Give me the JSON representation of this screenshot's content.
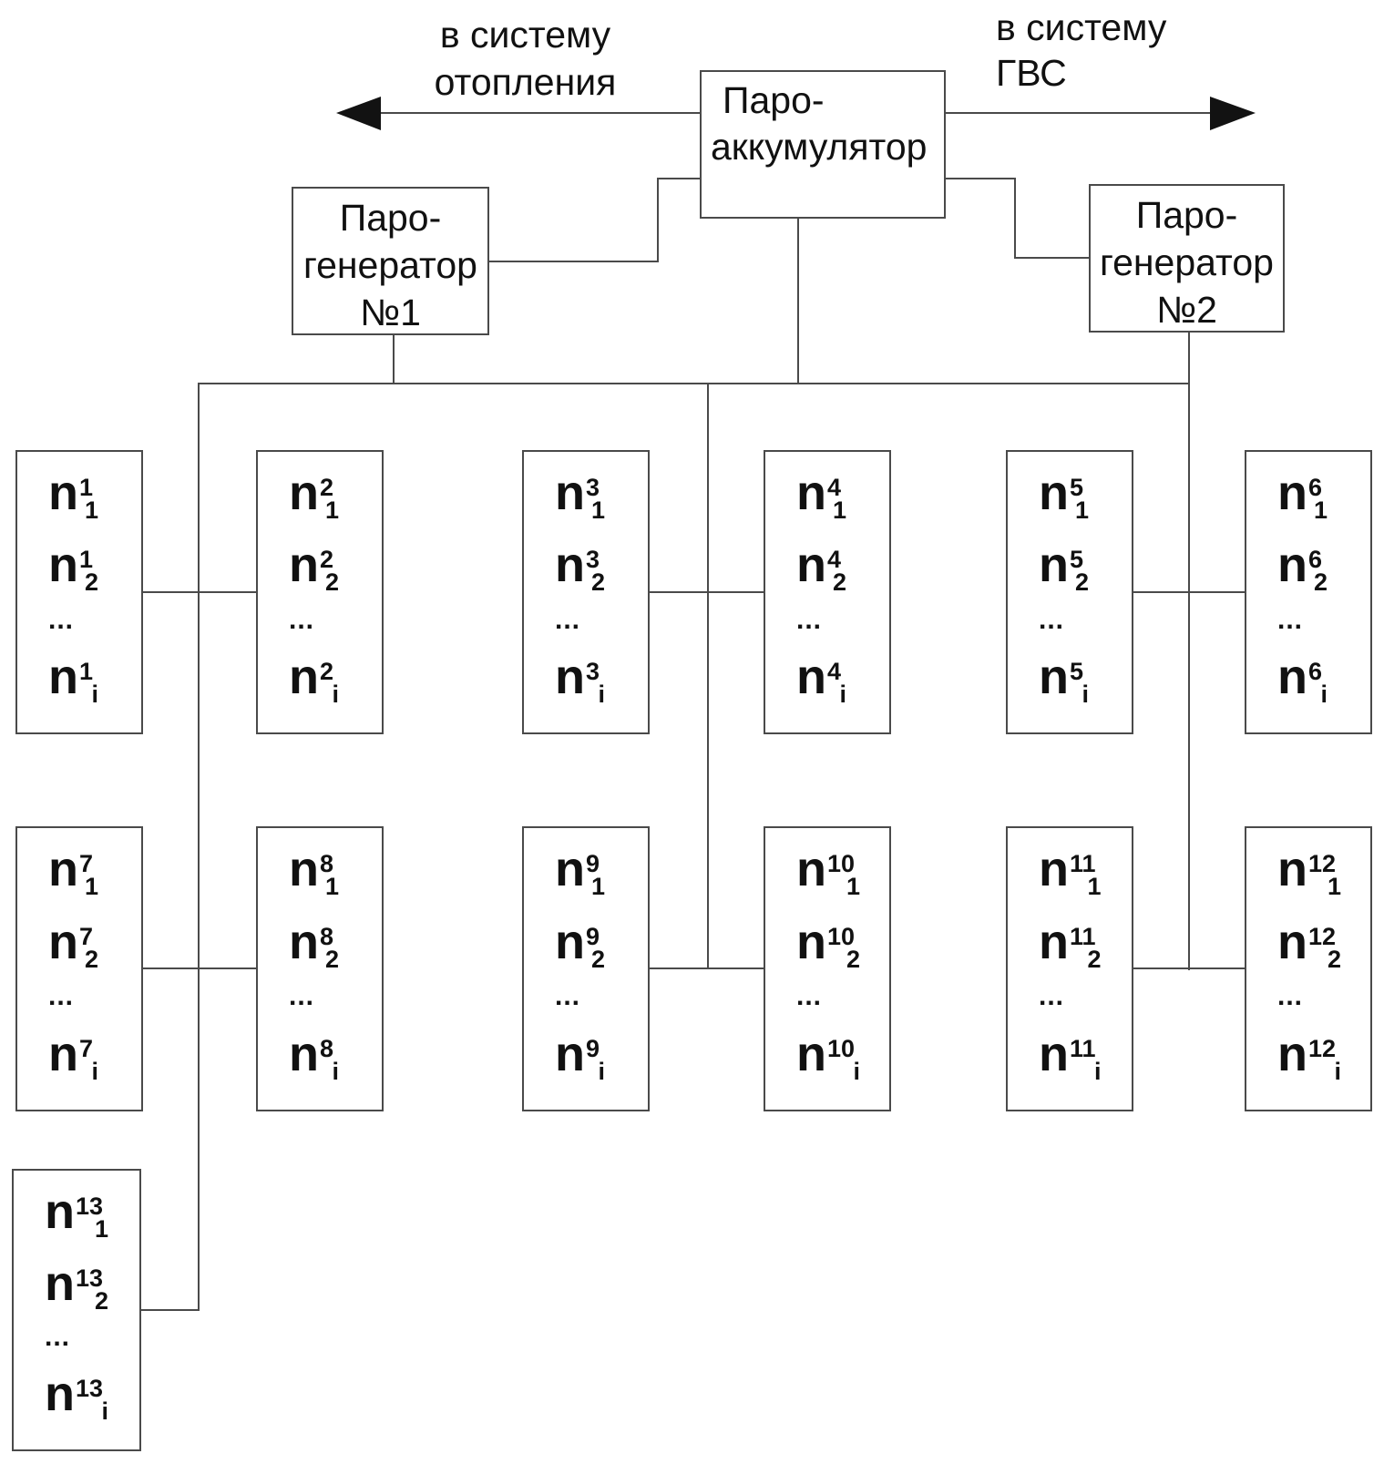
{
  "annotations": {
    "to_heating_line1": "в систему",
    "to_heating_line2": "отопления",
    "to_hot_water_line1": "в систему",
    "to_hot_water_line2": "ГВС"
  },
  "units": {
    "accumulator_line1": "Паро-",
    "accumulator_line2": "аккумулятор",
    "generator1_line1": "Паро-",
    "generator1_line2": "генератор",
    "generator1_line3": "№1",
    "generator2_line1": "Паро-",
    "generator2_line2": "генератор",
    "generator2_line3": "№2"
  },
  "consumer_groups": [
    {
      "symbol": "n",
      "sup": "1",
      "subs": [
        "1",
        "2",
        "i"
      ],
      "ellipsis": "..."
    },
    {
      "symbol": "n",
      "sup": "2",
      "subs": [
        "1",
        "2",
        "i"
      ],
      "ellipsis": "..."
    },
    {
      "symbol": "n",
      "sup": "3",
      "subs": [
        "1",
        "2",
        "i"
      ],
      "ellipsis": "..."
    },
    {
      "symbol": "n",
      "sup": "4",
      "subs": [
        "1",
        "2",
        "i"
      ],
      "ellipsis": "..."
    },
    {
      "symbol": "n",
      "sup": "5",
      "subs": [
        "1",
        "2",
        "i"
      ],
      "ellipsis": "..."
    },
    {
      "symbol": "n",
      "sup": "6",
      "subs": [
        "1",
        "2",
        "i"
      ],
      "ellipsis": "..."
    },
    {
      "symbol": "n",
      "sup": "7",
      "subs": [
        "1",
        "2",
        "i"
      ],
      "ellipsis": "..."
    },
    {
      "symbol": "n",
      "sup": "8",
      "subs": [
        "1",
        "2",
        "i"
      ],
      "ellipsis": "..."
    },
    {
      "symbol": "n",
      "sup": "9",
      "subs": [
        "1",
        "2",
        "i"
      ],
      "ellipsis": "..."
    },
    {
      "symbol": "n",
      "sup": "10",
      "subs": [
        "1",
        "2",
        "i"
      ],
      "ellipsis": "..."
    },
    {
      "symbol": "n",
      "sup": "11",
      "subs": [
        "1",
        "2",
        "i"
      ],
      "ellipsis": "..."
    },
    {
      "symbol": "n",
      "sup": "12",
      "subs": [
        "1",
        "2",
        "i"
      ],
      "ellipsis": "..."
    },
    {
      "symbol": "n",
      "sup": "13",
      "subs": [
        "1",
        "2",
        "i"
      ],
      "ellipsis": "..."
    }
  ]
}
